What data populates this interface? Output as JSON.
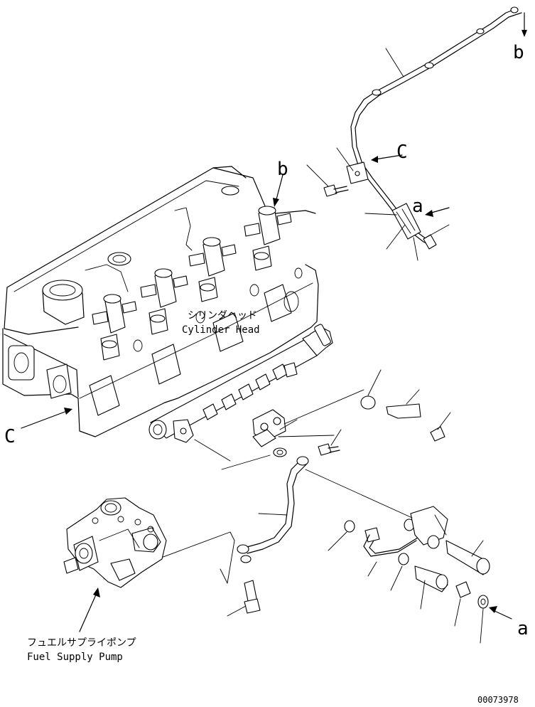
{
  "labels": {
    "cylinder_head_jp": "シリンダヘッド",
    "cylinder_head_en": "Cylinder Head",
    "fuel_pump_jp": "フュエルサプライポンプ",
    "fuel_pump_en": "Fuel Supply Pump",
    "ref_a_top": "a",
    "ref_a_bottom": "a",
    "ref_b_top": "b",
    "ref_b_mid": "b",
    "ref_c_right": "C",
    "ref_c_left": "C",
    "drawing_number": "00073978"
  }
}
